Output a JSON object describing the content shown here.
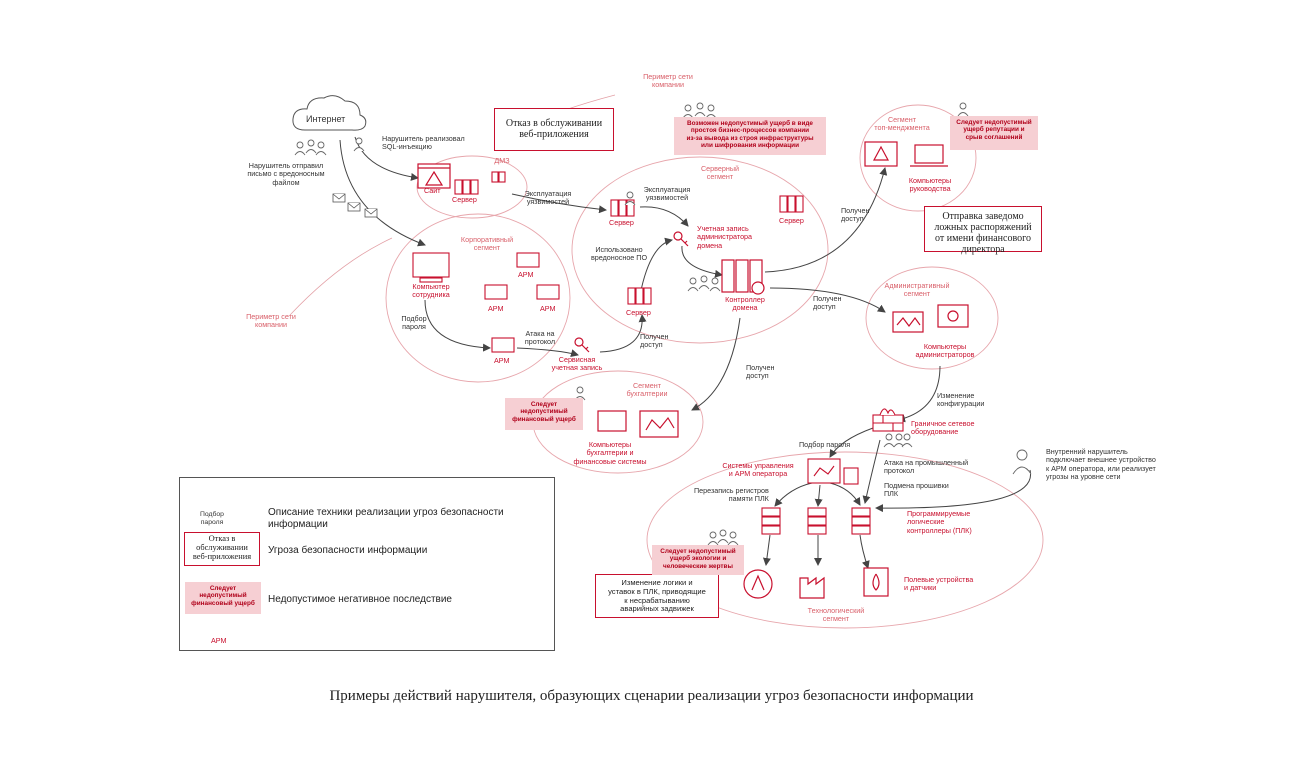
{
  "nodes": {
    "internet": "Интернет",
    "site": "Сайт",
    "dmz_server": "Сервер",
    "employee_pc": "Компьютер\nсотрудника",
    "arm_1": "АРМ",
    "arm_2": "АРМ",
    "arm_3": "АРМ",
    "arm_4": "АРМ",
    "service_account": "Сервисная\nучетная запись",
    "server_a": "Сервер",
    "server_b": "Сервер",
    "server_c": "Сервер",
    "admin_account": "Учетная запись\nадминистратора\nдомена",
    "domain_controller": "Контроллер\nдомена",
    "mgmt_pcs": "Компьютеры\nруководства",
    "admin_pcs": "Компьютеры\nадминистраторов",
    "border_equipment": "Граничное сетевое\nоборудование",
    "accounting_pcs": "Компьютеры\nбухгалтерии и\nфинансовые системы",
    "control_systems": "Системы управления\nи АРМ оператора",
    "plc": "Программируемые\nлогические\nконтроллеры (ПЛК)",
    "field_devices": "Полевые устройства\nи датчики"
  },
  "segments": {
    "dmz": "ДМЗ",
    "corporate": "Корпоративный\nсегмент",
    "server": "Серверный\nсегмент",
    "top_mgmt": "Сегмент\nтоп-менджмента",
    "admin": "Административный\nсегмент",
    "accounting": "Сегмент\nбухгалтерии",
    "tech": "Технологический\nсегмент",
    "perimeter_top": "Периметр сети\nкомпании",
    "perimeter_left": "Периметр сети\nкомпании"
  },
  "actions": {
    "email": "Нарушитель отправил\nписьмо с вредоносным\nфайлом",
    "sql": "Нарушитель реализовал\nSQL-инъекцию",
    "exploit_1": "Эксплуатация\nуязвимостей",
    "exploit_2": "Эксплуатация\nуязвимостей",
    "malware": "Использовано\nвредоносное ПО",
    "brute_1": "Подбор\nпароля",
    "protocol_attack": "Атака на\nпротокол",
    "access_1": "Получен\nдоступ",
    "access_2": "Получен\nдоступ",
    "access_3": "Получен\nдоступ",
    "access_4": "Получен\nдоступ",
    "config_change": "Изменение\nконфигурации",
    "brute_2": "Подбор пароля",
    "industrial_attack": "Атака на промышленный\nпротокол",
    "firmware": "Подмена прошивки\nПЛК",
    "registers": "Перезапись регистров\nпамяти ПЛК",
    "insider": "Внутренний нарушитель\nподключает внешнее устройство\nк АРМ оператора, или реализует\nугрозы на уровне сети"
  },
  "threats": {
    "dos": "Отказ в обслуживании\nвеб-приложения",
    "false_orders": "Отправка заведомо\nложных распоряжений\nот имени финансового\nдиректора",
    "plc_logic": "Изменение логики и\nуставок в ПЛК, приводящие\nк несрабатыванию\nаварийных задвижек"
  },
  "consequences": {
    "business": "Возможен недопустимый ущерб в виде\nпростоя бизнес-процессов компании\nиз-за вывода из строя инфраструктуры\nили шифрования информации",
    "reputation": "Следует недопустимый\nущерб репутации и\nсрыв соглашений",
    "financial": "Следует\nнедопустимый\nфинансовый ущерб",
    "ecology": "Следует недопустимый\nущерб экологии и\nчеловеческие жертвы"
  },
  "legend": {
    "sample_technique": "Подбор\nпароля",
    "technique_desc": "Описание техники реализации угроз безопасности\nинформации",
    "sample_threat": "Отказ в\nобслуживании\nвеб-приложения",
    "threat_desc": "Угроза безопасности информации",
    "sample_consequence": "Следует\nнедопустимый\nфинансовый ущерб",
    "consequence_desc": "Недопустимое негативное последствие",
    "sample_node": "АРМ"
  },
  "caption": "Примеры действий нарушителя, образующих сценарии реализации угроз безопасности информации",
  "colors": {
    "accent": "#c8102e",
    "segment": "#d9606a",
    "harm_bg": "#f6cfd3",
    "arrow": "#444444"
  }
}
